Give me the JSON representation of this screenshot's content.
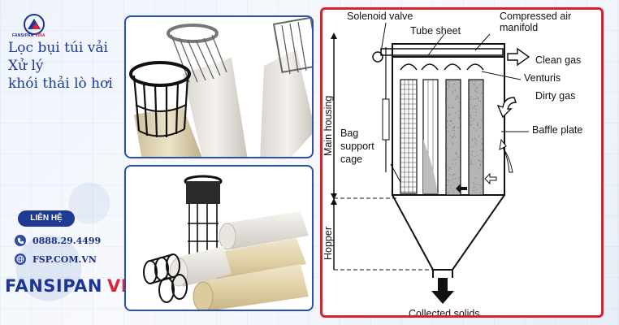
{
  "brand": {
    "logo_text_main": "FANSIPAN",
    "logo_text_accent": "VINA",
    "name_main": "FANSIPAN",
    "name_accent": "VINA",
    "color_primary": "#1d3596",
    "color_accent": "#e0223a"
  },
  "heading": {
    "line1": "Lọc bụi túi vải",
    "line2": "Xử lý",
    "line3": "khói thải lò hơi"
  },
  "contact": {
    "label": "LIÊN HỆ",
    "phone": "0888.29.4499",
    "website": "FSP.COM.VN",
    "phone_icon": "phone-icon",
    "web_icon": "globe-icon"
  },
  "diagram": {
    "border_color": "#d8232f",
    "labels": {
      "solenoid": "Solenoid valve",
      "compressed_1": "Compressed air",
      "compressed_2": "manifold",
      "tube_sheet": "Tube sheet",
      "clean_gas": "Clean gas",
      "venturis": "Venturis",
      "dirty_gas": "Dirty gas",
      "baffle": "Baffle plate",
      "bag_1": "Bag",
      "bag_2": "support",
      "bag_3": "cage",
      "main_housing": "Main housing",
      "hopper": "Hopper",
      "collected": "Collected solids"
    }
  }
}
